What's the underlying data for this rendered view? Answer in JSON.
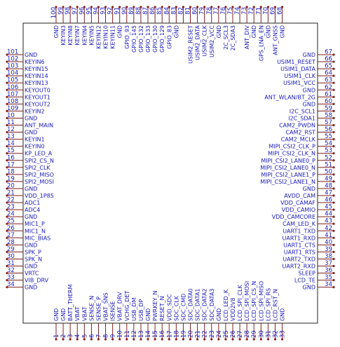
{
  "colors": {
    "pin_line": "#7a1f1f",
    "pin_dot": "#8b2020",
    "text": "#1a1ab8",
    "body_outline": "#222222"
  },
  "pins": {
    "left": [
      {
        "num": "101",
        "name": "GND"
      },
      {
        "num": "102",
        "name": "KEYIN6"
      },
      {
        "num": "103",
        "name": "KEYIN15"
      },
      {
        "num": "104",
        "name": "KEYIN14"
      },
      {
        "num": "105",
        "name": "KEYIN13"
      },
      {
        "num": "106",
        "name": "KEYOUT0"
      },
      {
        "num": "107",
        "name": "KEYOUT1"
      },
      {
        "num": "108",
        "name": "KEYOUT2"
      },
      {
        "num": "109",
        "name": "KEYIN2"
      },
      {
        "num": "10",
        "name": "GND"
      },
      {
        "num": "11",
        "name": "ANT_MAIN"
      },
      {
        "num": "12",
        "name": "GND"
      },
      {
        "num": "13",
        "name": "KEYIN1"
      },
      {
        "num": "14",
        "name": "KEYIN0"
      },
      {
        "num": "15",
        "name": "KP_LED_A"
      },
      {
        "num": "16",
        "name": "SPI2_CS_N"
      },
      {
        "num": "17",
        "name": "SPI2_CLK"
      },
      {
        "num": "18",
        "name": "SPI2_MISO"
      },
      {
        "num": "19",
        "name": "SPI2_MOSI"
      },
      {
        "num": "20",
        "name": "GND"
      },
      {
        "num": "21",
        "name": "VDD_1P85"
      },
      {
        "num": "22",
        "name": "ADC1"
      },
      {
        "num": "23",
        "name": "ADC4"
      },
      {
        "num": "24",
        "name": "GND"
      },
      {
        "num": "25",
        "name": "MIC1_P"
      },
      {
        "num": "26",
        "name": "MIC1_N"
      },
      {
        "num": "27",
        "name": "MIC_BIAS"
      },
      {
        "num": "28",
        "name": "GND"
      },
      {
        "num": "29",
        "name": "SPK_P"
      },
      {
        "num": "30",
        "name": "SPK_N"
      },
      {
        "num": "31",
        "name": "GND"
      },
      {
        "num": "32",
        "name": "VRTC"
      },
      {
        "num": "33",
        "name": "VIB_DRV"
      },
      {
        "num": "34",
        "name": "GND"
      }
    ],
    "right": [
      {
        "num": "67",
        "name": "GND"
      },
      {
        "num": "66",
        "name": "USIM1_RESET"
      },
      {
        "num": "65",
        "name": "USIM1_DATA"
      },
      {
        "num": "64",
        "name": "USIM1_CLK"
      },
      {
        "num": "63",
        "name": "USIM1_VCC"
      },
      {
        "num": "62",
        "name": "GND"
      },
      {
        "num": "61",
        "name": "ANT_WLAN/BT_2G"
      },
      {
        "num": "60",
        "name": "GND"
      },
      {
        "num": "59",
        "name": "I2C_SCL1"
      },
      {
        "num": "58",
        "name": "I2C_SDA1"
      },
      {
        "num": "57",
        "name": "CAM2_PWDN"
      },
      {
        "num": "56",
        "name": "CAM2_RST"
      },
      {
        "num": "55",
        "name": "CAM2_MCLK"
      },
      {
        "num": "54",
        "name": "MIPI_CSI2_CLK_P"
      },
      {
        "num": "53",
        "name": "MIPI_CSI2_CLK_N"
      },
      {
        "num": "52",
        "name": "MIPI_CSI2_LANE0_P"
      },
      {
        "num": "51",
        "name": "MIPI_CSI2_LANE0_N"
      },
      {
        "num": "50",
        "name": "MIPI_CSI2_LANE1_P"
      },
      {
        "num": "49",
        "name": "MIPI_CSI2_LANE1_N"
      },
      {
        "num": "48",
        "name": "GND"
      },
      {
        "num": "47",
        "name": "AVDD_CAM"
      },
      {
        "num": "46",
        "name": "VDD_CAMAF"
      },
      {
        "num": "45",
        "name": "VDD_CAMIO"
      },
      {
        "num": "44",
        "name": "VDD_CAMCORE"
      },
      {
        "num": "43",
        "name": "CAM_LED_K"
      },
      {
        "num": "42",
        "name": "UART1_TXD"
      },
      {
        "num": "41",
        "name": "UART1_RXD"
      },
      {
        "num": "40",
        "name": "UART1_CTS"
      },
      {
        "num": "39",
        "name": "UART1_RTS"
      },
      {
        "num": "38",
        "name": "UART2_TXD"
      },
      {
        "num": "37",
        "name": "UART2_RXD"
      },
      {
        "num": "36",
        "name": "SLEEP"
      },
      {
        "num": "35",
        "name": "LCD_TE"
      },
      {
        "num": "34",
        "name": "GND"
      }
    ],
    "top": [
      {
        "num": "100",
        "name": "GND"
      },
      {
        "num": "99",
        "name": "KEYIN3"
      },
      {
        "num": "98",
        "name": "KEYIN8"
      },
      {
        "num": "97",
        "name": "KEYIN7"
      },
      {
        "num": "96",
        "name": "KEYIN4"
      },
      {
        "num": "95",
        "name": "KEYIN5"
      },
      {
        "num": "94",
        "name": "KEYIN12"
      },
      {
        "num": "93",
        "name": "KEYIN10"
      },
      {
        "num": "92",
        "name": "KEYIN11"
      },
      {
        "num": "91",
        "name": "GND"
      },
      {
        "num": "90",
        "name": "GPIO_93"
      },
      {
        "num": "89",
        "name": "GPIO_145"
      },
      {
        "num": "88",
        "name": "GPIO_132"
      },
      {
        "num": "87",
        "name": "GPIO_133"
      },
      {
        "num": "86",
        "name": "GPIO_130"
      },
      {
        "num": "85",
        "name": "GPIO_129"
      },
      {
        "num": "84",
        "name": "GPIO_83"
      },
      {
        "num": "83",
        "name": "GND"
      },
      {
        "num": "82",
        "name": ""
      },
      {
        "num": "81",
        "name": "USIM2_RESET"
      },
      {
        "num": "80",
        "name": "USIM2_DATA"
      },
      {
        "num": "79",
        "name": "USIM2_CLK"
      },
      {
        "num": "78",
        "name": "USIM2_VCC"
      },
      {
        "num": "77",
        "name": "GND"
      },
      {
        "num": "76",
        "name": "2C_SCL3"
      },
      {
        "num": "75",
        "name": "2C_SDA3"
      },
      {
        "num": "74",
        "name": ""
      },
      {
        "num": "73",
        "name": "ANT_DIV"
      },
      {
        "num": "72",
        "name": "GND"
      },
      {
        "num": "71",
        "name": "GPS_LNA_EN"
      },
      {
        "num": "70",
        "name": "GND"
      },
      {
        "num": "69",
        "name": "ANT_GNSS"
      },
      {
        "num": "68",
        "name": "GND"
      }
    ],
    "bottom": [
      {
        "num": "1",
        "name": "GND"
      },
      {
        "num": "2",
        "name": "GND"
      },
      {
        "num": "3",
        "name": "BATT_THERM"
      },
      {
        "num": "4",
        "name": "VBAT"
      },
      {
        "num": "5",
        "name": "VBAT"
      },
      {
        "num": "6",
        "name": "SENSE_N"
      },
      {
        "num": "7",
        "name": "SENSE_P"
      },
      {
        "num": "8",
        "name": "VBAT_SNS"
      },
      {
        "num": "9",
        "name": "ISENSE"
      },
      {
        "num": "10",
        "name": "VBAT_DRV"
      },
      {
        "num": "11",
        "name": "VCHG_DET"
      },
      {
        "num": "12",
        "name": "USB_DM"
      },
      {
        "num": "13",
        "name": "USB_DP"
      },
      {
        "num": "14",
        "name": "GND"
      },
      {
        "num": "15",
        "name": "PWRKEY_N"
      },
      {
        "num": "16",
        "name": "RESET_N"
      },
      {
        "num": "17",
        "name": "VDD_SDC"
      },
      {
        "num": "18",
        "name": "SDC_CLK"
      },
      {
        "num": "19",
        "name": "SDC_CMD"
      },
      {
        "num": "20",
        "name": "SDC_DATA0"
      },
      {
        "num": "21",
        "name": "SDC_DATA1"
      },
      {
        "num": "22",
        "name": "SDC_DATA2"
      },
      {
        "num": "23",
        "name": "SDC_DATA3"
      },
      {
        "num": "24",
        "name": "GND"
      },
      {
        "num": "25",
        "name": "LCD_LED_K"
      },
      {
        "num": "26",
        "name": "VDD2V8"
      },
      {
        "num": "27",
        "name": "LCD_SPI_CLK"
      },
      {
        "num": "28",
        "name": "LCD_SPI_MOSI"
      },
      {
        "num": "29",
        "name": "LCD_SPI_CS_N"
      },
      {
        "num": "30",
        "name": "LCD_SPI_MISO"
      },
      {
        "num": "31",
        "name": "LCD_SPI_RS"
      },
      {
        "num": "32",
        "name": "LCD_RST_N"
      },
      {
        "num": "33",
        "name": "GND"
      }
    ]
  }
}
